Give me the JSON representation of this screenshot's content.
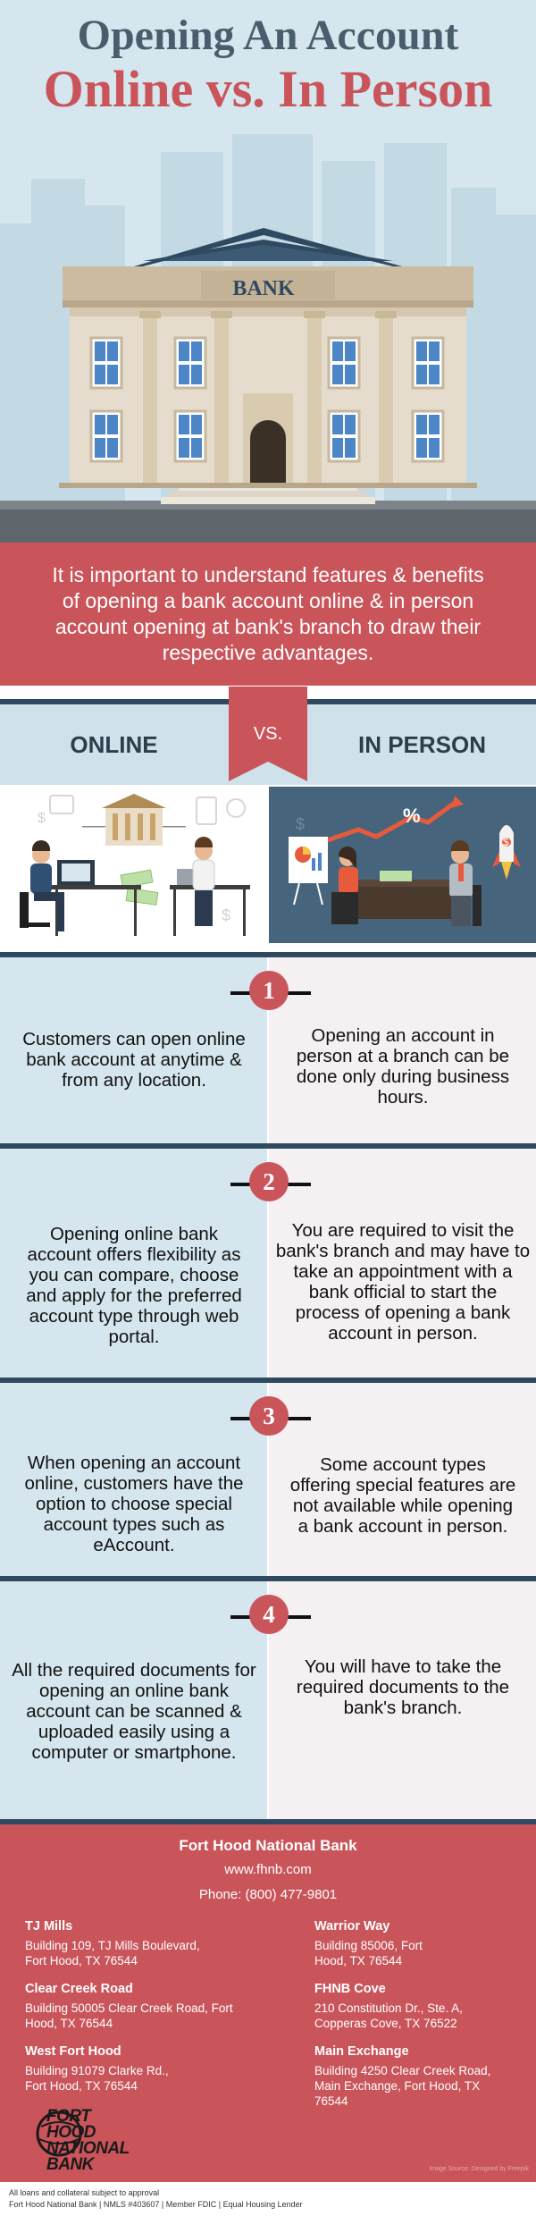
{
  "header": {
    "title_line1": "Opening An Account",
    "title_line2": "Online vs. In Person",
    "bank_sign": "BANK"
  },
  "intro": {
    "text": "It is important to understand features & benefits of opening a bank account online & in person account opening at bank's branch to draw their respective advantages."
  },
  "comparison": {
    "left_heading": "ONLINE",
    "right_heading": "IN PERSON",
    "vs_label": "VS.",
    "illustration_right_symbols": {
      "percent": "%",
      "dollar": "$"
    },
    "illustration_left_symbols": {
      "dollar": "$"
    },
    "items": [
      {
        "number": "1",
        "online": "Customers can open online bank account at anytime & from any location.",
        "in_person": "Opening an account in person at a branch can be done only during business hours."
      },
      {
        "number": "2",
        "online": "Opening online bank account offers flexibility as you can compare, choose and apply for the preferred account type through web portal.",
        "in_person": "You are required to visit the bank's branch and may have to take an appointment with a bank official to start the process of opening a bank account in person."
      },
      {
        "number": "3",
        "online": "When opening an account online, customers have the option to choose special account types such as eAccount.",
        "in_person": "Some account types offering special features are not available while opening a bank account in person."
      },
      {
        "number": "4",
        "online": "All the required documents for opening an online bank account can be scanned & uploaded easily using a computer or smartphone.",
        "in_person": "You will have to take the required documents to the bank's branch."
      }
    ]
  },
  "footer": {
    "bank_name": "Fort Hood National Bank",
    "website": "www.fhnb.com",
    "phone": "Phone: (800) 477-9801",
    "locations": [
      {
        "name": "TJ Mills",
        "address": "Building 109, TJ Mills Boulevard, Fort Hood, TX 76544"
      },
      {
        "name": "Warrior Way",
        "address": "Building 85006, Fort Hood, TX 76544"
      },
      {
        "name": "Clear Creek Road",
        "address": "Building 50005 Clear Creek Road, Fort Hood, TX 76544"
      },
      {
        "name": "FHNB Cove",
        "address": "210 Constitution Dr., Ste. A, Copperas Cove, TX 76522"
      },
      {
        "name": "West Fort Hood",
        "address": "Building 91079 Clarke Rd., Fort Hood, TX 76544"
      },
      {
        "name": "Main Exchange",
        "address": "Building 4250 Clear Creek Road, Main Exchange, Fort Hood, TX 76544"
      }
    ],
    "logo_lines": [
      "FORT HOOD",
      "NATIONAL",
      "BANK"
    ],
    "image_credit": "Image Source: Designed by Freepik"
  },
  "legal": {
    "line1": "All loans and collateral subject to approval",
    "line2": "Fort Hood National Bank | NMLS #403607 | Member FDIC | Equal Housing Lender"
  },
  "colors": {
    "accent_red": "#c9555b",
    "navy": "#2f4a60",
    "light_blue": "#d5e6ee",
    "title_gray": "#495d6d"
  }
}
